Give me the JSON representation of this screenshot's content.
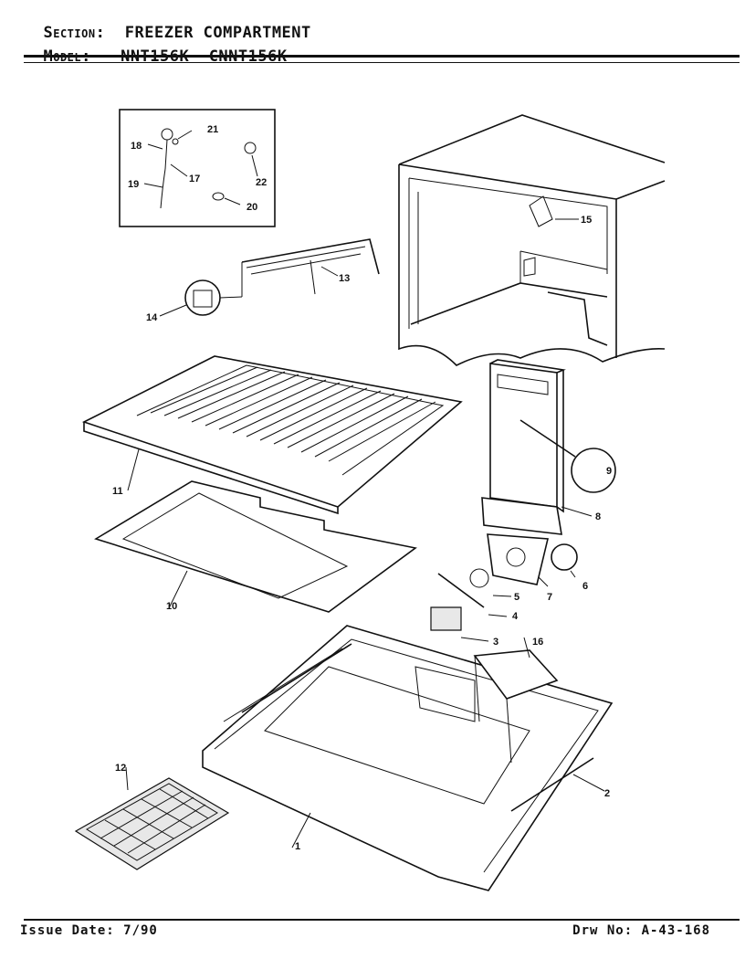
{
  "header": {
    "section_key": "Section:",
    "section_value": "FREEZER COMPARTMENT",
    "model_key": "Model:",
    "model_value": "NNT156K  CNNT156K"
  },
  "footer": {
    "issue_date": "Issue Date: 7/90",
    "drawing_no": "Drw No: A-43-168"
  },
  "callouts": [
    {
      "id": "c1",
      "text": "1"
    },
    {
      "id": "c2",
      "text": "2"
    },
    {
      "id": "c3",
      "text": "3"
    },
    {
      "id": "c4",
      "text": "4"
    },
    {
      "id": "c5",
      "text": "5"
    },
    {
      "id": "c6",
      "text": "6"
    },
    {
      "id": "c7",
      "text": "7"
    },
    {
      "id": "c8",
      "text": "8"
    },
    {
      "id": "c9",
      "text": "9"
    },
    {
      "id": "c10",
      "text": "10"
    },
    {
      "id": "c11",
      "text": "11"
    },
    {
      "id": "c12",
      "text": "12"
    },
    {
      "id": "c13",
      "text": "13"
    },
    {
      "id": "c14",
      "text": "14"
    },
    {
      "id": "c15",
      "text": "15"
    },
    {
      "id": "c16",
      "text": "16"
    },
    {
      "id": "c17",
      "text": "17"
    },
    {
      "id": "c18",
      "text": "18"
    },
    {
      "id": "c19",
      "text": "19"
    },
    {
      "id": "c20",
      "text": "20"
    },
    {
      "id": "c21",
      "text": "21"
    },
    {
      "id": "c22",
      "text": "22"
    }
  ]
}
